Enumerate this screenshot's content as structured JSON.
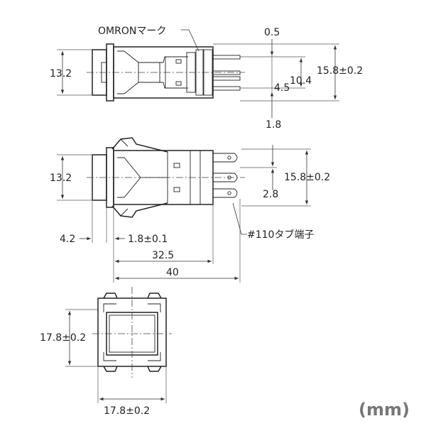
{
  "labels": {
    "mark": "OMRONマーク",
    "top_gap": "0.5",
    "top_body_height": "13.2",
    "top_total": "15.8±0.2",
    "top_pitch": "10.4",
    "top_terminal_pitch": "4.5",
    "top_bottom_gap": "1.8",
    "mid_body_height": "13.2",
    "mid_total": "15.8±0.2",
    "mid_terminal": "2.8",
    "mid_left": "4.2",
    "mid_flange": "1.8±0.1",
    "mid_terminal_name": "#110タブ端子",
    "len_32": "32.5",
    "len_40": "40",
    "front_height": "17.8±0.2",
    "front_width": "17.8±0.2",
    "unit": "(mm)"
  }
}
